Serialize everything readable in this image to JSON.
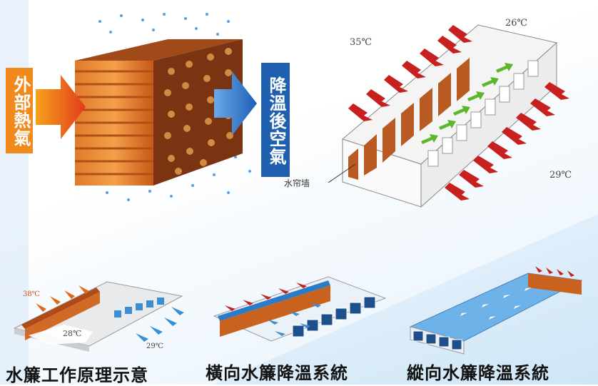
{
  "main_diagram": {
    "left_label": "外部熱氣",
    "right_label": "降溫後空氣",
    "left_label_color": "#f07d1a",
    "right_label_color": "#1f5fb0"
  },
  "building_diagram": {
    "temp_outside": "35℃",
    "temp_inside": "26℃",
    "temp_exhaust": "29℃",
    "wall_label": "水帘墙"
  },
  "bottom_panels": [
    {
      "caption": "水簾工作原理示意",
      "temp_hot": "38℃",
      "temp_room": "28℃",
      "temp_out": "29℃"
    },
    {
      "caption": "橫向水簾降溫系統"
    },
    {
      "caption": "縱向水簾降溫系統"
    }
  ],
  "colors": {
    "hot_arrow": "#c8201e",
    "cool_arrow": "#5cb82a",
    "pad": "#b5501c",
    "water": "#3a8fd4"
  }
}
